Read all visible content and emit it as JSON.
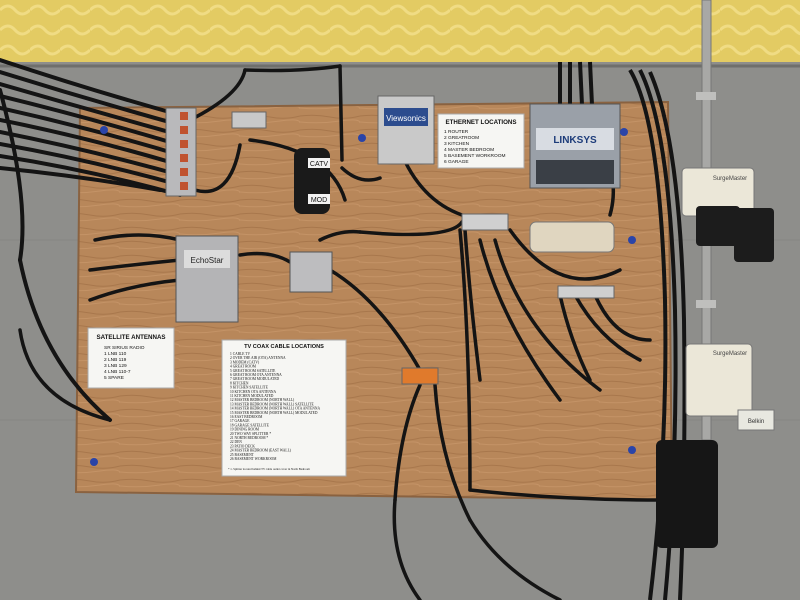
{
  "ethernet_card": {
    "title": "ETHERNET LOCATIONS",
    "items": [
      "1  ROUTER",
      "2  GREATROOM",
      "3  KITCHEN",
      "4  MASTER BEDROOM",
      "5  BASEMENT WORKROOM",
      "6  GARAGE"
    ]
  },
  "satellite_card": {
    "title": "SATELLITE ANTENNAS",
    "items": [
      "SR   SIRIUS RADIO",
      "1    LNB 110",
      "2    LNB 119",
      "3    LNB 129",
      "4    LNB 110-7",
      "5    SPARE"
    ]
  },
  "coax_card": {
    "title": "TV COAX CABLE LOCATIONS",
    "items": [
      "1    CABLE TV",
      "2    OVER THE AIR (OTA) ANTENNA",
      "3    MODEM (CATV)",
      "4    GREAT ROOM",
      "5    GREAT ROOM SATELLITE",
      "6    GREAT ROOM OTA ANTENNA",
      "7    GREAT ROOM MODULATED",
      "8    KITCHEN",
      "9    KITCHEN SATELLITE",
      "10   KITCHEN OTA ANTENNA",
      "11   KITCHEN MODULATED",
      "12   MASTER BEDROOM (NORTH WALL)",
      "13   MASTER BEDROOM (NORTH WALL) SATELLITE",
      "14   MASTER BEDROOM (NORTH WALL) OTA ANTENNA",
      "15   MASTER BEDROOM (NORTH WALL) MODULATED",
      "16   EAST BEDROOM",
      "17   GARAGE",
      "18   GARAGE SATELLITE",
      "19   DINING ROOM",
      "20   TWO WAY SPLITTER *",
      "21   NORTH BEDROOM *",
      "22   DEN",
      "23   PATIO DECK",
      "24   MASTER BEDROOM (EAST WALL)",
      "25   BASEMENT",
      "26   BASEMENT WORKROOM"
    ],
    "footnote": "* 1. Splitter located behind TV cable outlet cover in North Bedroom"
  },
  "device_labels": {
    "catv": "CATV",
    "mod": "MOD",
    "router_brand": "LINKSYS",
    "amp_brand": "Viewsonics",
    "multiswitch_brand": "EchoStar",
    "surge_brand": "SurgeMaster",
    "strip_brand": "Belkin"
  },
  "colors": {
    "plywood": "#b8875a",
    "wall": "#8f8f8c",
    "insulation": "#e6d06a",
    "cable": "#141414"
  }
}
